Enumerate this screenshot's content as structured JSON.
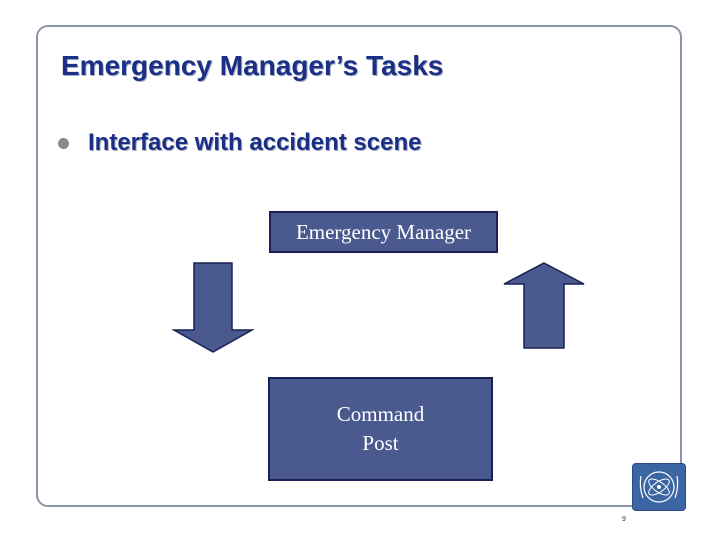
{
  "slide": {
    "title": "Emergency Manager’s Tasks",
    "bullets": [
      {
        "text": "Interface with accident scene"
      }
    ],
    "diagram": {
      "top_box": "Emergency Manager",
      "bottom_box_line1": "Command",
      "bottom_box_line2": "Post",
      "arrow_left_direction": "down",
      "arrow_right_direction": "up"
    },
    "page_number": "9"
  },
  "colors": {
    "title_text": "#1b2f86",
    "box_fill": "#4a5a8f",
    "box_border": "#1a2157",
    "arrow_fill": "#4a5a8f",
    "logo_fill": "#3c65a3"
  },
  "icons": {
    "bullet": "bullet-dot-icon",
    "logo": "iaea-logo-icon"
  }
}
